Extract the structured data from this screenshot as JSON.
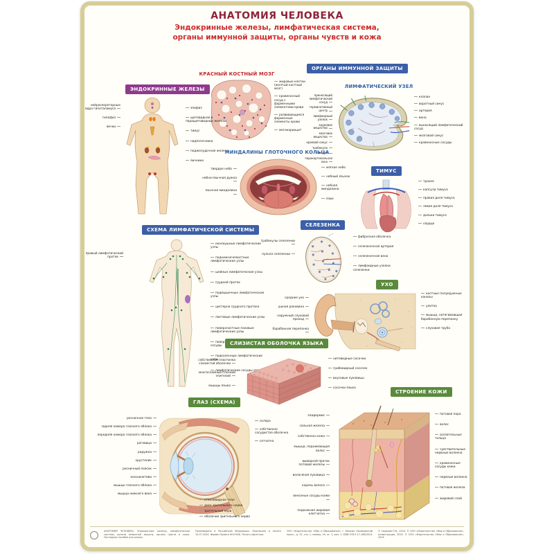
{
  "poster": {
    "title": "АНАТОМИЯ ЧЕЛОВЕКА",
    "subtitle_line1": "Эндокринные железы, лимфатическая система,",
    "subtitle_line2": "органы иммунной защиты, органы чувств и кожа"
  },
  "colors": {
    "title": "#8e2339",
    "subtitle": "#cc2d2d",
    "badge_purple": "#8e3a8e",
    "badge_blue": "#3c5fa7",
    "badge_green": "#5a8a3c",
    "frame": "#d6cd97"
  },
  "sections": {
    "bone_marrow": {
      "title": "КРАСНЫЙ КОСТНЫЙ МОЗГ",
      "labels_right": [
        "жировые клетки (желтый костный мозг)",
        "кровеносный сосуд с форменными элементами крови",
        "развивающиеся форменные элементы крови",
        "мегакариоцит"
      ]
    },
    "immune": {
      "title": "ОРГАНЫ ИММУННОЙ ЗАЩИТЫ"
    },
    "endocrine": {
      "title": "ЭНДОКРИННЫЕ ЖЕЛЕЗЫ",
      "labels_left": [
        "нейросекреторные ядра гипоталамуса",
        "гипофиз",
        "яички"
      ],
      "labels_right": [
        "эпифиз",
        "щитовидная и паращитовидные железы",
        "тимус",
        "надпочечники",
        "поджелудочная железа",
        "яичники"
      ]
    },
    "lymph_node": {
      "title": "ЛИМФАТИЧЕСКИЙ УЗЕЛ",
      "labels_left": [
        "приносящий лимфатический сосуд",
        "герминативный центр",
        "лимфоидный узелок",
        "корковое вещество",
        "мозговое вещество",
        "краевой синус",
        "трабекула",
        "капсула",
        "паракортикальная зона"
      ],
      "labels_right": [
        "клапан",
        "воротный синус",
        "артерия",
        "вена",
        "выносящий лимфатический сосуд",
        "мозговой синус",
        "кровеносные сосуды"
      ]
    },
    "tonsils": {
      "title": "МИНДАЛИНЫ ГЛОТОЧНОГО КОЛЬЦА",
      "labels_left": [
        "твердое небо",
        "небно-язычная дужка",
        "язычная миндалина"
      ],
      "labels_right": [
        "мягкое небо",
        "небный язычок",
        "небная миндалина",
        "язык"
      ]
    },
    "thymus": {
      "title": "ТИМУС",
      "labels_right": [
        "трахея",
        "капсула тимуса",
        "правая доля тимуса",
        "левая доля тимуса",
        "дольки тимуса",
        "сердце"
      ]
    },
    "spleen": {
      "title": "СЕЛЕЗЕНКА",
      "labels_left": [
        "трабекулы селезенки",
        "пульпа селезенки"
      ],
      "labels_right": [
        "фиброзная оболочка",
        "селезеночная артерия",
        "селезеночная вена",
        "лимфоидные узелки селезенки"
      ]
    },
    "lymphatic_system": {
      "title": "СХЕМА ЛИМФАТИЧЕСКОЙ СИСТЕМЫ",
      "labels_left": [
        "правый лимфатический проток"
      ],
      "labels_right": [
        "околоушные лимфатические узлы",
        "поднижнечелюстные лимфатические узлы",
        "шейные лимфатические узлы",
        "грудной проток",
        "подмышечные лимфатические узлы",
        "цистерна грудного протока",
        "локтевые лимфатические узлы",
        "поверхностные паховые лимфатические узлы",
        "поверхностные лимфатические сосуды",
        "подколенные лимфатические узлы",
        "лимфатические сосуды стопы"
      ]
    },
    "ear": {
      "title": "УХО",
      "labels_left": [
        "среднее ухо",
        "ушная раковина",
        "наружный слуховой проход",
        "барабанная перепонка"
      ],
      "labels_right": [
        "костные полукружные каналы",
        "улитка",
        "мышца, натягивающая барабанную перепонку",
        "слуховая труба"
      ]
    },
    "tongue": {
      "title": "СЛИЗИСТАЯ ОБОЛОЧКА ЯЗЫКА",
      "labels_left": [
        "собственная пластинка слизистой оболочки",
        "многослойный плоский эпителий",
        "мышцы языка"
      ],
      "labels_right": [
        "нитевидные сосочки",
        "грибовидный сосочек",
        "вкусовые луковицы",
        "сосочки языка"
      ]
    },
    "eye": {
      "title": "ГЛАЗ (СХЕМА)",
      "labels_left": [
        "ресничное тело",
        "задняя камера глазного яблока",
        "передняя камера глазного яблока",
        "роговица",
        "радужка",
        "хрусталик",
        "ресничный поясок",
        "конъюнктива",
        "мышца глазного яблока",
        "мышца нижнего века"
      ],
      "labels_right": [
        "склера",
        "собственно сосудистая оболочка",
        "сетчатка"
      ],
      "labels_bottom": [
        "стекловидное тело",
        "диск зрительного нерва",
        "зрительный нерв",
        "оболочки зрительного нерва"
      ]
    },
    "skin": {
      "title": "СТРОЕНИЕ КОЖИ",
      "labels_left": [
        "эпидермис",
        "сальная железа",
        "собственно кожа",
        "мышца, поднимающая волос",
        "выводной проток потовой железы",
        "волосяная луковица",
        "корень волоса",
        "венозные сосуды кожи",
        "подкожная жировая клетчатка"
      ],
      "labels_right": [
        "потовая пора",
        "волос",
        "осязательные тельца",
        "чувствительные нервные волокна",
        "кровеносные сосуды кожи",
        "нервные волокна",
        "потовая железа",
        "жировой слой"
      ]
    }
  },
  "footer": {
    "columns": [
      "АНАТОМИЯ ЧЕЛОВЕКА. Эндокринные железы, лимфатическая система, органы иммунной защиты, органы чувств и кожа. Наглядное пособие для школы.",
      "Произведено в Российской Федерации. Подписано в печать 15.07.2024. Формат бумаги 60×90/8. Печать офсетная.",
      "ООО «Издательство «Мир и Образование», г. Москва, Нахимовский просп., д. 31, стр. 1, помещ. VII, эт. 1, ком. 1. ISBN 978-5-17-166200-8",
      "© Сидоров П.В., 2024. © ООО «Издательство «Мир и Образование», иллюстрации, 2024. © ООО «Издательство «Мир и Образование», 2024"
    ]
  }
}
